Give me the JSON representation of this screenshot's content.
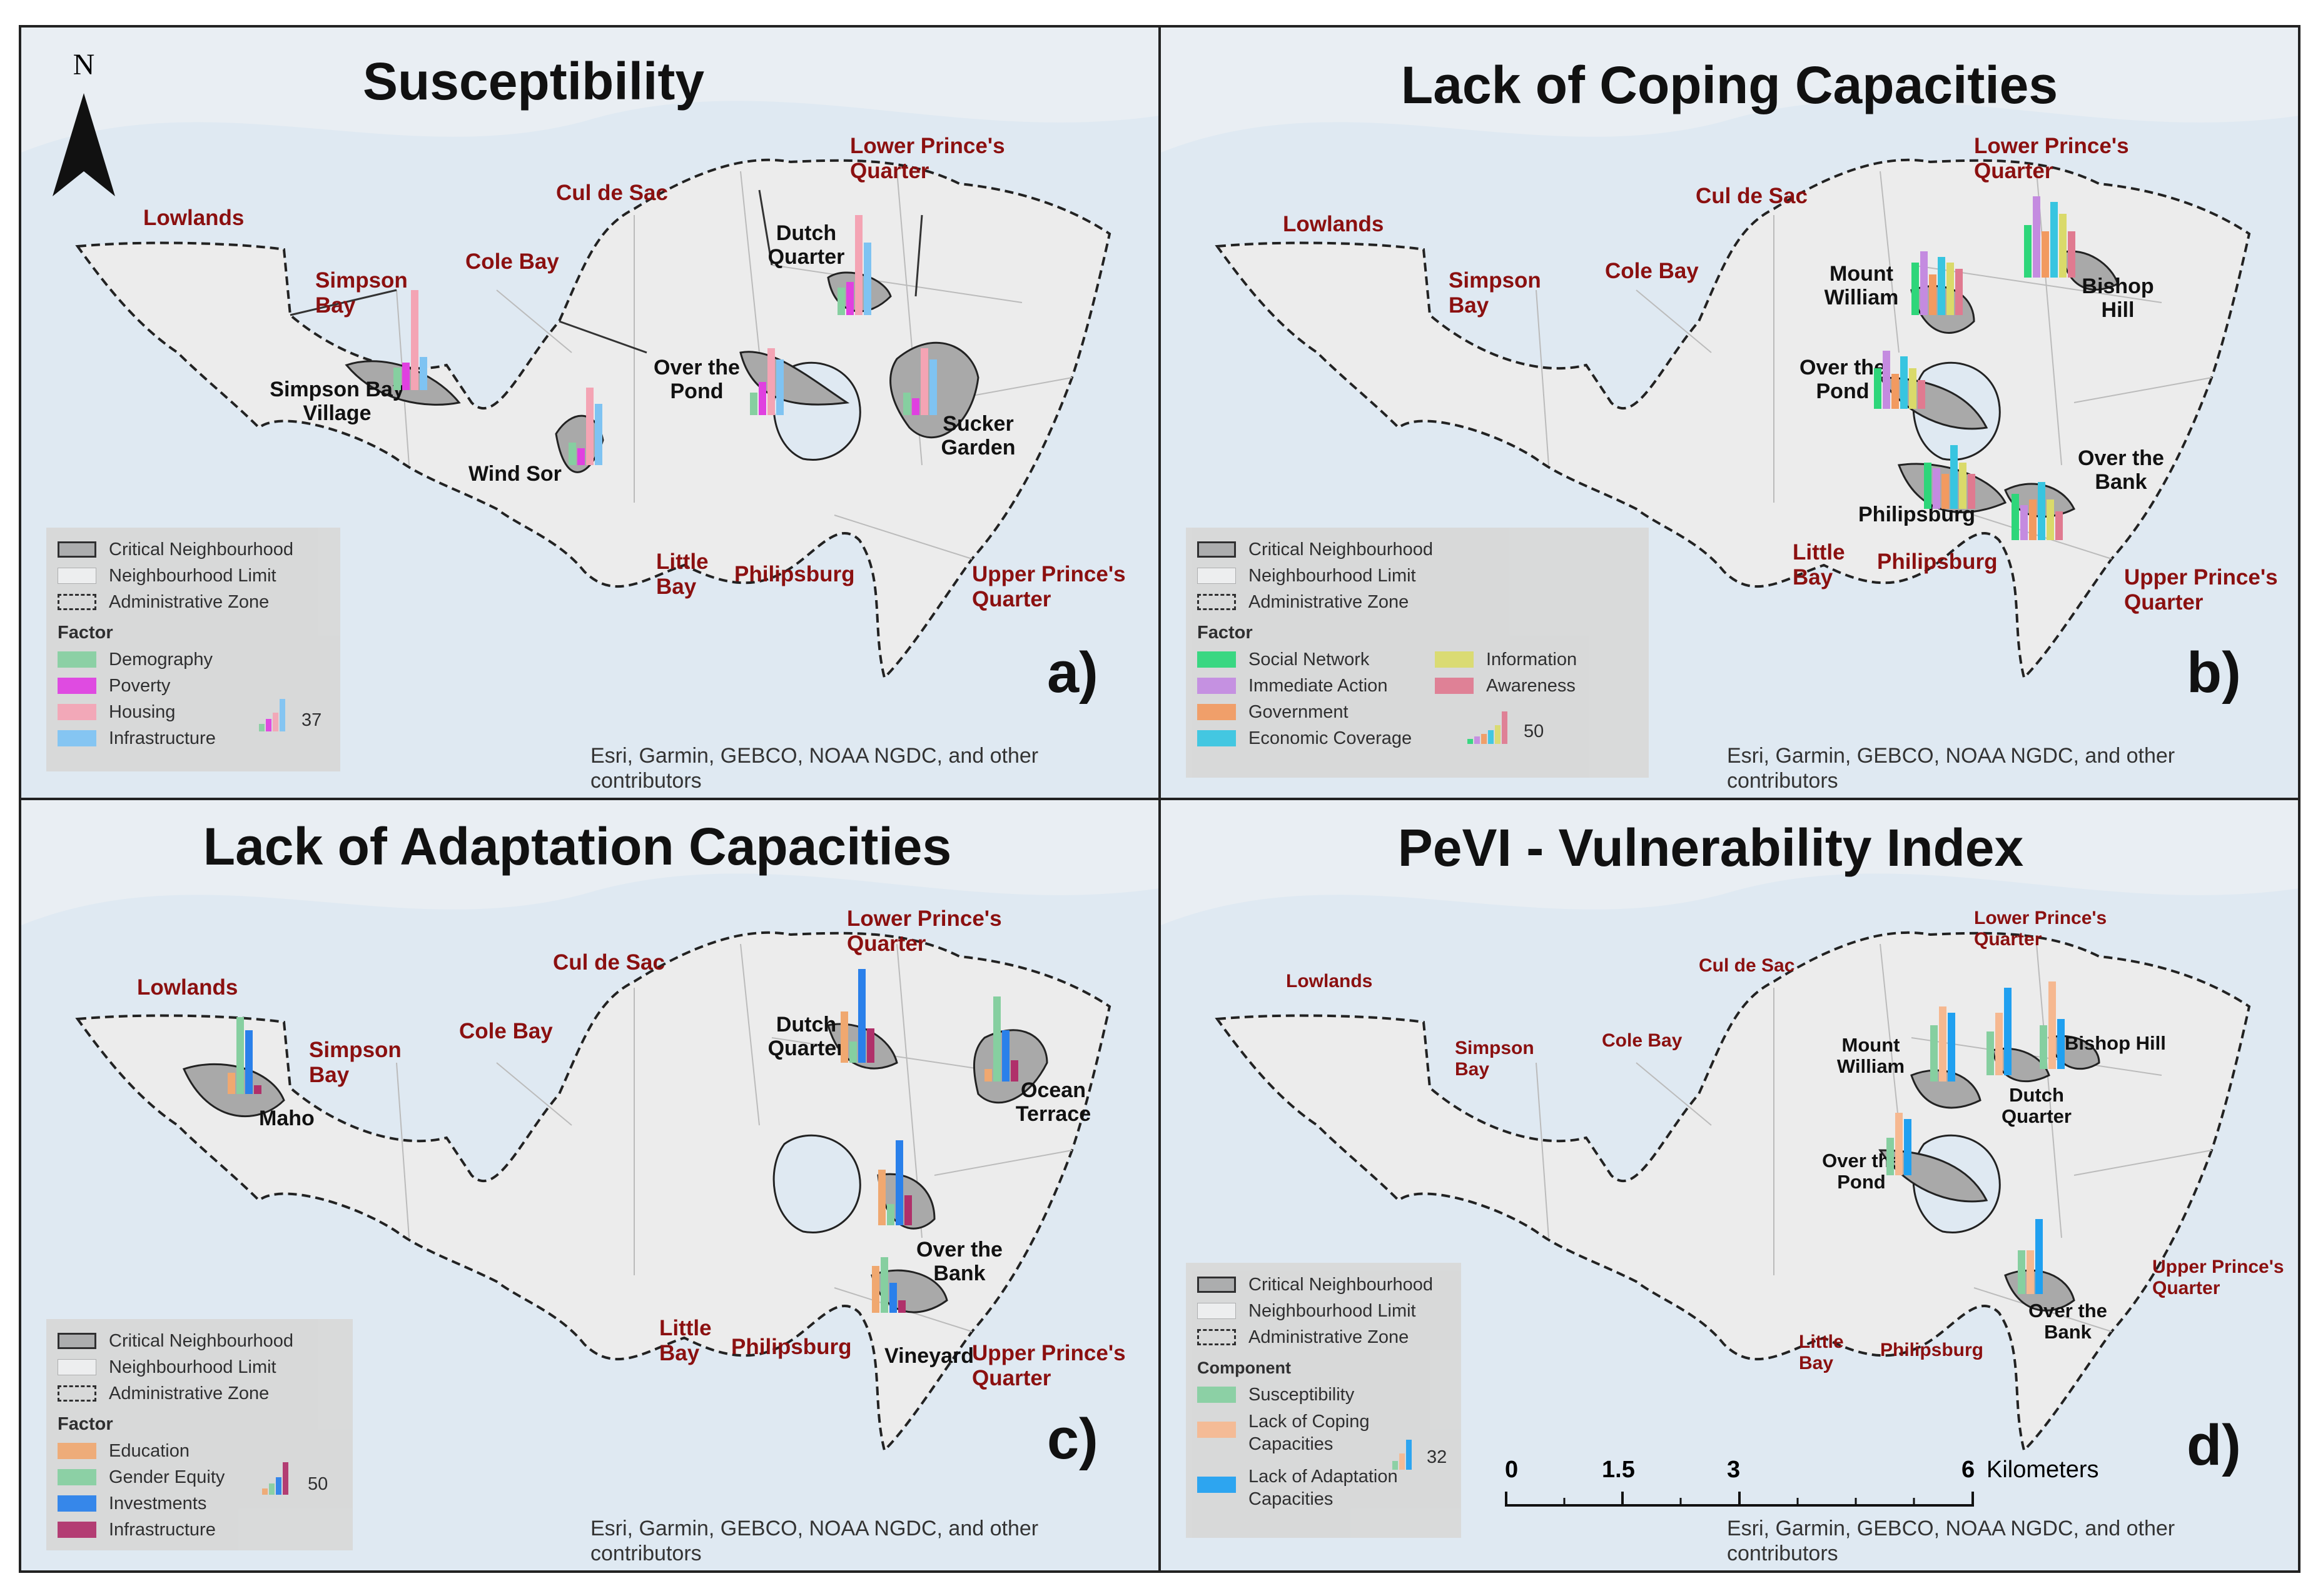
{
  "colors": {
    "sea": "#dfe9f2",
    "land": "#ececec",
    "critical": "#a9a9a9",
    "zone_label": "#8b1010",
    "demography": "#86cfa0",
    "poverty": "#e040e0",
    "housing": "#f4a4b4",
    "infrastructure_a": "#7fc3f2",
    "social_network": "#2ed67a",
    "immediate_action": "#c48be0",
    "government": "#f29a60",
    "economic_coverage": "#38c5e0",
    "information": "#dada6a",
    "awareness": "#e07a90",
    "education": "#f0a870",
    "gender_equity": "#86cfa0",
    "investments": "#2a80ea",
    "infrastructure_c": "#b0306a",
    "susceptibility": "#86cfa0",
    "coping": "#f6b890",
    "adaptation": "#20a0f0"
  },
  "common_legend": {
    "critical": "Critical Neighbourhood",
    "limit": "Neighbourhood Limit",
    "admin": "Administrative Zone"
  },
  "north": "N",
  "credit": "Esri, Garmin, GEBCO, NOAA NGDC, and other contributors",
  "panels": {
    "a": {
      "title": "Susceptibility",
      "letter": "a)",
      "legend_title": "Factor",
      "factors": [
        "Demography",
        "Poverty",
        "Housing",
        "Infrastructure"
      ],
      "symbol_value": "37",
      "zones": {
        "lowlands": "Lowlands",
        "simpson": "Simpson Bay",
        "cole": "Cole Bay",
        "cul": "Cul de Sac",
        "lower": "Lower Prince's Quarter",
        "little": "Little Bay",
        "phil": "Philipsburg",
        "upper": "Upper Prince's Quarter"
      },
      "hoods": {
        "sbv": "Simpson Bay Village",
        "wind": "Wind Sor",
        "pond": "Over the Pond",
        "dutch": "Dutch Quarter",
        "sucker": "Sucker Garden"
      },
      "charts": [
        {
          "name": "Simpson Bay Village",
          "values": [
            4,
            5,
            18,
            6
          ]
        },
        {
          "name": "Wind Sor",
          "values": [
            4,
            3,
            14,
            11
          ]
        },
        {
          "name": "Over the Pond",
          "values": [
            4,
            6,
            12,
            10
          ]
        },
        {
          "name": "Dutch Quarter",
          "values": [
            5,
            6,
            18,
            13
          ]
        },
        {
          "name": "Sucker Garden",
          "values": [
            4,
            3,
            12,
            10
          ]
        }
      ]
    },
    "b": {
      "title": "Lack of Coping Capacities",
      "letter": "b)",
      "legend_title": "Factor",
      "factors": [
        "Social Network",
        "Immediate Action",
        "Government",
        "Economic Coverage",
        "Information",
        "Awareness"
      ],
      "symbol_value": "50",
      "zones": {
        "lowlands": "Lowlands",
        "simpson": "Simpson Bay",
        "cole": "Cole Bay",
        "cul": "Cul de Sac",
        "lower": "Lower Prince's Quarter",
        "little": "Little Bay",
        "phil": "Philipsburg",
        "upper": "Upper Prince's Quarter"
      },
      "hoods": {
        "mount": "Mount William",
        "bishop": "Bishop Hill",
        "pond": "Over the Pond",
        "phil": "Philipsburg",
        "bank": "Over the Bank"
      },
      "charts": [
        {
          "name": "Mount William",
          "values": [
            9,
            11,
            7,
            10,
            9,
            8
          ]
        },
        {
          "name": "Bishop Hill",
          "values": [
            9,
            14,
            8,
            13,
            11,
            8
          ]
        },
        {
          "name": "Over the Pond",
          "values": [
            7,
            10,
            6,
            9,
            7,
            5
          ]
        },
        {
          "name": "Philipsburg",
          "values": [
            8,
            7,
            6,
            11,
            8,
            6
          ]
        },
        {
          "name": "Over the Bank",
          "values": [
            8,
            6,
            7,
            10,
            7,
            5
          ]
        }
      ]
    },
    "c": {
      "title": "Lack of Adaptation Capacities",
      "letter": "c)",
      "legend_title": "Factor",
      "factors": [
        "Education",
        "Gender Equity",
        "Investments",
        "Infrastructure"
      ],
      "symbol_value": "50",
      "zones": {
        "lowlands": "Lowlands",
        "simpson": "Simpson Bay",
        "cole": "Cole Bay",
        "cul": "Cul de Sac",
        "lower": "Lower Prince's Quarter",
        "little": "Little Bay",
        "phil": "Philipsburg",
        "upper": "Upper Prince's Quarter"
      },
      "hoods": {
        "maho": "Maho",
        "dutch": "Dutch Quarter",
        "ocean": "Ocean Terrace",
        "bank": "Over the Bank",
        "vine": "Vineyard"
      },
      "charts": [
        {
          "name": "Maho",
          "values": [
            5,
            18,
            15,
            2
          ]
        },
        {
          "name": "Dutch Quarter",
          "values": [
            12,
            5,
            22,
            8
          ]
        },
        {
          "name": "Ocean Terrace",
          "values": [
            3,
            20,
            12,
            5
          ]
        },
        {
          "name": "Over the Bank",
          "values": [
            13,
            5,
            20,
            7
          ]
        },
        {
          "name": "Vineyard",
          "values": [
            11,
            13,
            7,
            3
          ]
        }
      ]
    },
    "d": {
      "title": "PeVI - Vulnerability Index",
      "letter": "d)",
      "legend_title": "Component",
      "factors": [
        "Susceptibility",
        "Lack of Coping Capacities",
        "Lack of Adaptation Capacities"
      ],
      "symbol_value": "32",
      "zones": {
        "lowlands": "Lowlands",
        "simpson": "Simpson Bay",
        "cole": "Cole Bay",
        "cul": "Cul de Sac",
        "lower": "Lower Prince's Quarter",
        "little": "Little Bay",
        "phil": "Philipsburg",
        "upper": "Upper Prince's Quarter"
      },
      "hoods": {
        "mount": "Mount William",
        "bishop": "Bishop Hill",
        "dutch": "Dutch Quarter",
        "pond": "Over the Pond",
        "bank": "Over the Bank"
      },
      "charts": [
        {
          "name": "Mount William",
          "values": [
            9,
            12,
            11
          ]
        },
        {
          "name": "Dutch Quarter",
          "values": [
            7,
            10,
            14
          ]
        },
        {
          "name": "Bishop Hill",
          "values": [
            7,
            14,
            8
          ]
        },
        {
          "name": "Over the Pond",
          "values": [
            6,
            10,
            9
          ]
        },
        {
          "name": "Over the Bank",
          "values": [
            7,
            7,
            12
          ]
        }
      ],
      "scale": {
        "ticks": [
          "0",
          "1.5",
          "3",
          "6"
        ],
        "unit": "Kilometers"
      }
    }
  }
}
